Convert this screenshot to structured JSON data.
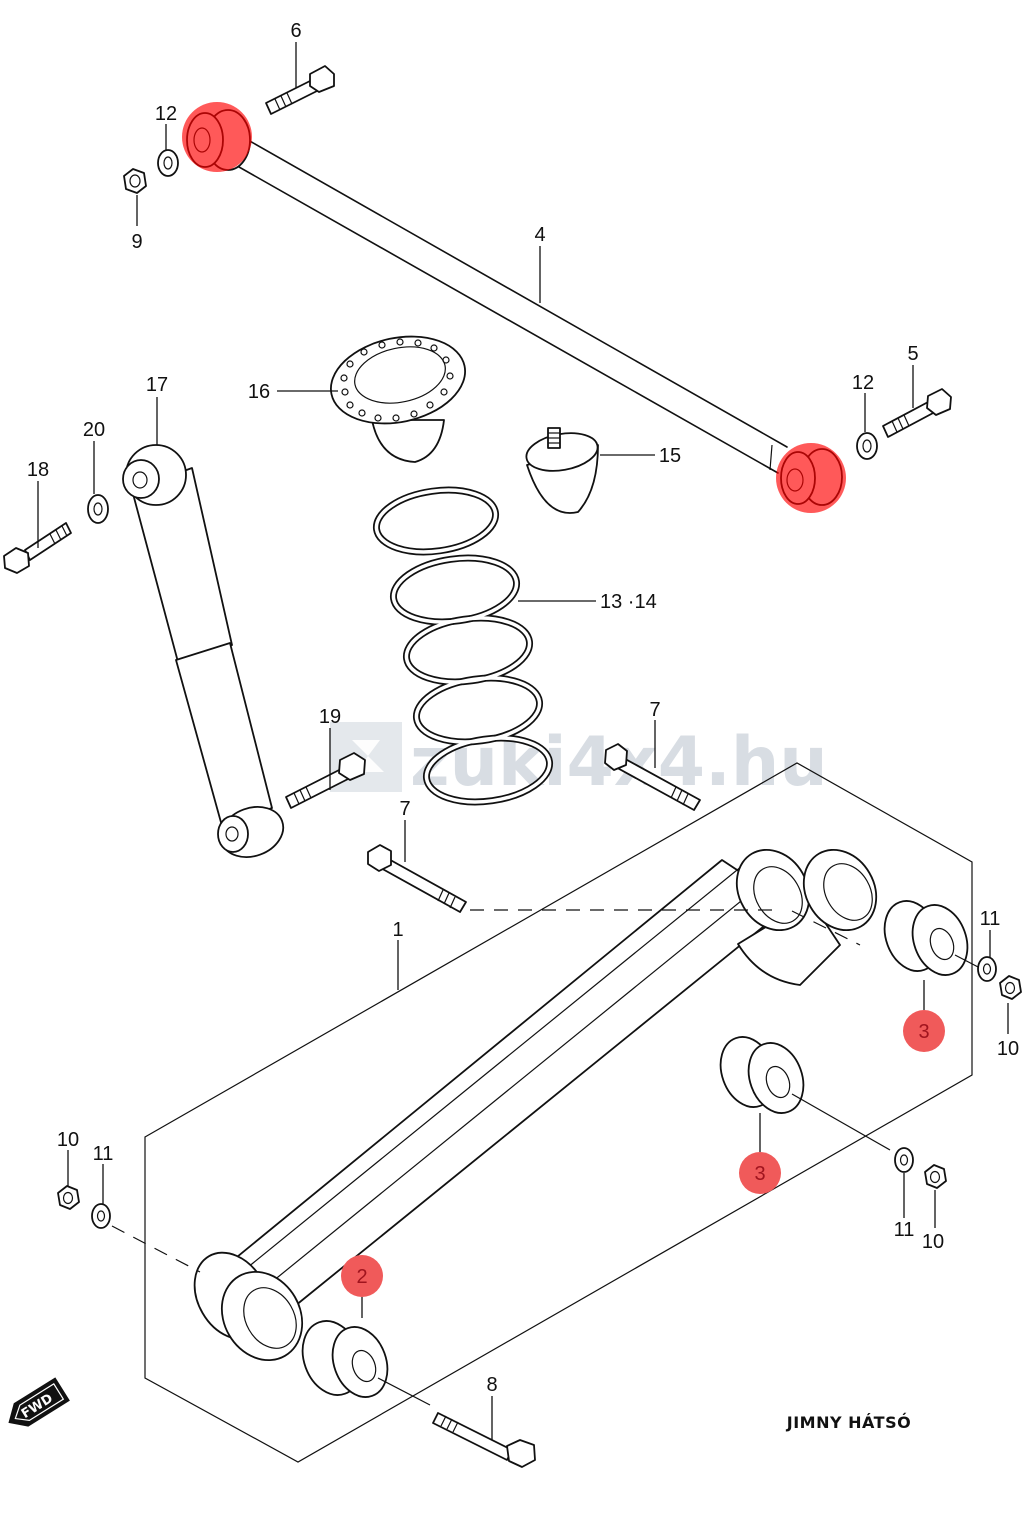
{
  "diagram": {
    "title": "JIMNY HÁTSÓ",
    "watermark": "zuki4x4.hu",
    "fwd_label": "FWD",
    "highlight_color": "#ff0000",
    "badge_color": "#f05a5a"
  },
  "callouts": {
    "p1": "1",
    "p2": "2",
    "p3a": "3",
    "p3b": "3",
    "p4": "4",
    "p5": "5",
    "p6": "6",
    "p7a": "7",
    "p7b": "7",
    "p8": "8",
    "p9": "9",
    "p10a": "10",
    "p10b": "10",
    "p10c": "10",
    "p11a": "11",
    "p11b": "11",
    "p11c": "11",
    "p12a": "12",
    "p12b": "12",
    "p13": "13 ·14",
    "p15": "15",
    "p16": "16",
    "p17": "17",
    "p18": "18",
    "p19": "19",
    "p20": "20"
  }
}
